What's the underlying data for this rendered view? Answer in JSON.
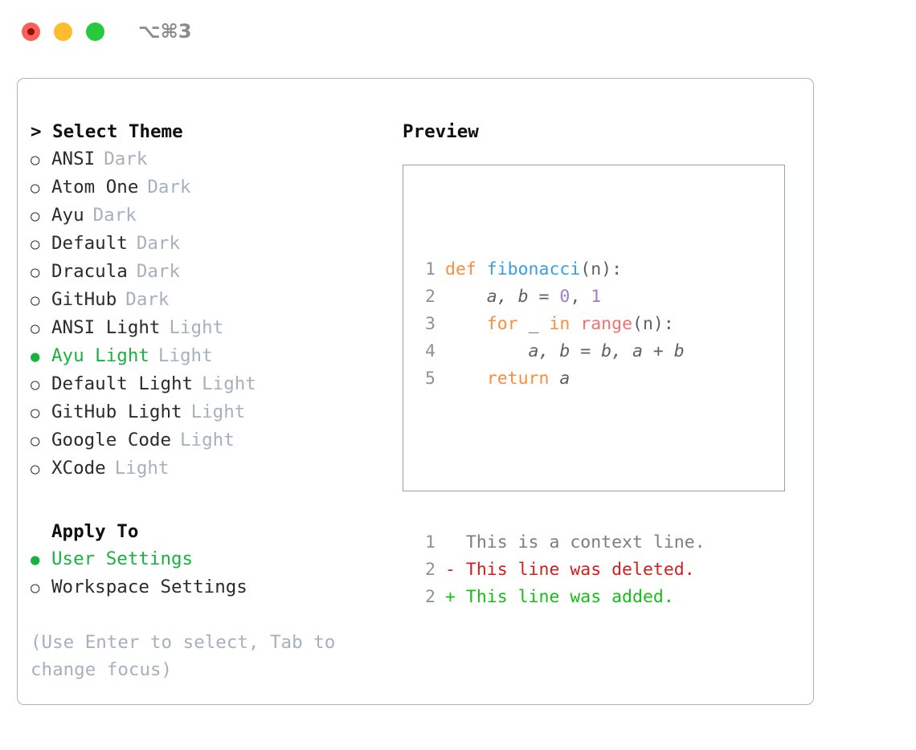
{
  "window": {
    "title": "⌥⌘3",
    "traffic_lights": [
      {
        "name": "close",
        "color": "#fb6058",
        "recording": true
      },
      {
        "name": "minimize",
        "color": "#fcbc2d",
        "recording": false
      },
      {
        "name": "zoom",
        "color": "#26ca3c",
        "recording": false
      }
    ],
    "panel_border_color": "#aab3bf"
  },
  "theme_section": {
    "heading": "> Select Theme",
    "items": [
      {
        "bullet": "○",
        "label": "ANSI",
        "badge": "Dark",
        "selected": false
      },
      {
        "bullet": "○",
        "label": "Atom One",
        "badge": "Dark",
        "selected": false
      },
      {
        "bullet": "○",
        "label": "Ayu",
        "badge": "Dark",
        "selected": false
      },
      {
        "bullet": "○",
        "label": "Default",
        "badge": "Dark",
        "selected": false
      },
      {
        "bullet": "○",
        "label": "Dracula",
        "badge": "Dark",
        "selected": false
      },
      {
        "bullet": "○",
        "label": "GitHub",
        "badge": "Dark",
        "selected": false
      },
      {
        "bullet": "○",
        "label": "ANSI Light",
        "badge": "Light",
        "selected": false
      },
      {
        "bullet": "●",
        "label": "Ayu Light",
        "badge": "Light",
        "selected": true
      },
      {
        "bullet": "○",
        "label": "Default Light",
        "badge": "Light",
        "selected": false
      },
      {
        "bullet": "○",
        "label": "GitHub Light",
        "badge": "Light",
        "selected": false
      },
      {
        "bullet": "○",
        "label": "Google Code",
        "badge": "Light",
        "selected": false
      },
      {
        "bullet": "○",
        "label": "XCode",
        "badge": "Light",
        "selected": false
      }
    ]
  },
  "apply_section": {
    "heading": "Apply To",
    "items": [
      {
        "bullet": "●",
        "label": "User Settings",
        "selected": true
      },
      {
        "bullet": "○",
        "label": "Workspace Settings",
        "selected": false
      }
    ]
  },
  "hint": "(Use Enter to select, Tab to change focus)",
  "preview": {
    "heading": "Preview",
    "code_lines": [
      {
        "number": "1",
        "tokens": [
          {
            "text": "def ",
            "type": "keyword"
          },
          {
            "text": "fibonacci",
            "type": "function"
          },
          {
            "text": "(n):",
            "type": "punct"
          }
        ]
      },
      {
        "number": "2",
        "tokens": [
          {
            "text": "    a, b ",
            "type": "var"
          },
          {
            "text": "= ",
            "type": "plain"
          },
          {
            "text": "0",
            "type": "number"
          },
          {
            "text": ", ",
            "type": "plain"
          },
          {
            "text": "1",
            "type": "number"
          }
        ]
      },
      {
        "number": "3",
        "tokens": [
          {
            "text": "    ",
            "type": "plain"
          },
          {
            "text": "for ",
            "type": "keyword"
          },
          {
            "text": "_ ",
            "type": "var"
          },
          {
            "text": "in ",
            "type": "keyword"
          },
          {
            "text": "range",
            "type": "builtin"
          },
          {
            "text": "(n):",
            "type": "punct"
          }
        ]
      },
      {
        "number": "4",
        "tokens": [
          {
            "text": "        a, b = b, a + b",
            "type": "var"
          }
        ]
      },
      {
        "number": "5",
        "tokens": [
          {
            "text": "    ",
            "type": "plain"
          },
          {
            "text": "return ",
            "type": "keyword"
          },
          {
            "text": "a",
            "type": "var"
          }
        ]
      }
    ],
    "diff_lines": [
      {
        "number": "1",
        "marker": "  ",
        "text": "This is a context line.",
        "kind": "context"
      },
      {
        "number": "2",
        "marker": "- ",
        "text": "This line was deleted.",
        "kind": "deleted"
      },
      {
        "number": "2",
        "marker": "+ ",
        "text": "This line was added.",
        "kind": "added"
      }
    ]
  },
  "colors": {
    "accent_green": "#18b23f",
    "badge_gray": "#a6b1bd",
    "line_number": "#8a939d",
    "keyword": "#fa8d3e",
    "function": "#399ee6",
    "number": "#a37acc",
    "builtin": "#f07171",
    "variable": "#5c6166",
    "diff_context": "#7d7d7d",
    "diff_deleted": "#cf2020",
    "diff_added": "#17bd17"
  }
}
